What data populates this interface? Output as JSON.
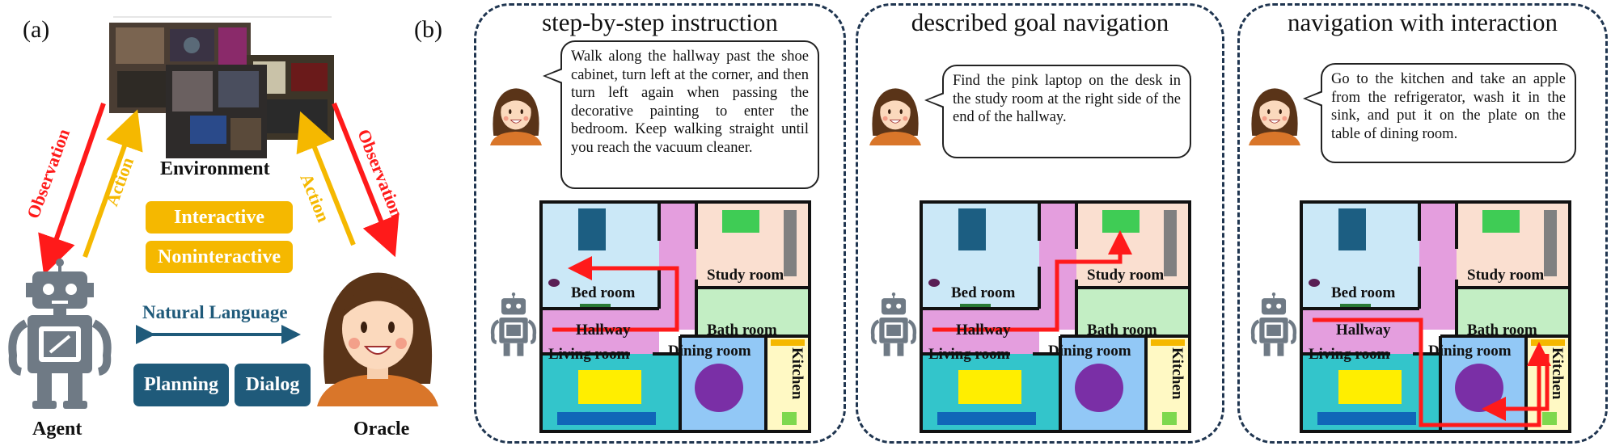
{
  "panel_a": {
    "label": "(a)",
    "environment": "Environment",
    "agent": "Agent",
    "oracle": "Oracle",
    "observation": "Observation",
    "action": "Action",
    "interactive": "Interactive",
    "noninteractive": "Noninteractive",
    "natural_language": "Natural Language",
    "planning": "Planning",
    "dialog": "Dialog"
  },
  "panel_b": {
    "label": "(b)",
    "tasks": [
      {
        "title": "step-by-step instruction",
        "instruction": "Walk along the hallway past the shoe cabinet, turn left at the corner, and then turn left again when passing the decorative painting to enter the bedroom. Keep walking straight until you reach the vacuum cleaner."
      },
      {
        "title": "described goal navigation",
        "instruction": "Find the pink laptop on the desk in the study room at the right side of the end of the hallway."
      },
      {
        "title": "navigation with interaction",
        "instruction": "Go to the kitchen and take an apple from the refrigerator, wash it in the sink, and put it on the plate on the table of dining room."
      }
    ],
    "rooms": {
      "bed": "Bed room",
      "study": "Study room",
      "hallway": "Hallway",
      "bath": "Bath room",
      "living": "Living room",
      "dining": "Dining room",
      "kitchen": "Kitchen"
    }
  },
  "colors": {
    "red": "#ff1a1a",
    "gold": "#f5b800",
    "navy": "#1f5a7a",
    "dark_border": "#1f3550",
    "robot": "#6f7a85"
  }
}
